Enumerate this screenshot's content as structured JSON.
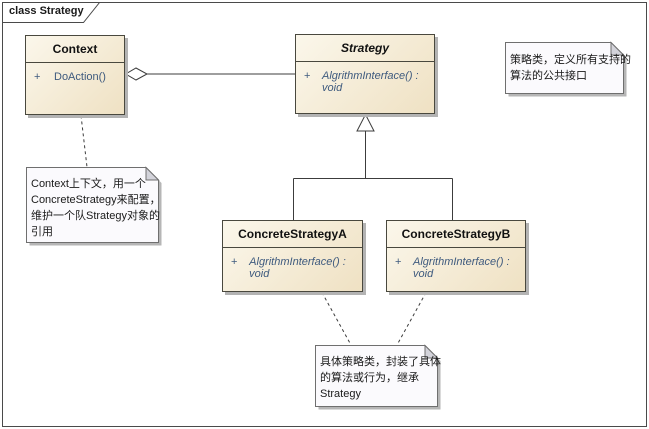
{
  "frame": {
    "label": "class Strategy"
  },
  "classes": {
    "context": {
      "name": "Context",
      "abstract": false,
      "methods": [
        {
          "visibility": "+",
          "signature": "DoAction()"
        }
      ]
    },
    "strategy": {
      "name": "Strategy",
      "abstract": true,
      "methods": [
        {
          "visibility": "+",
          "signature": "AlgrithmInterface() : void"
        }
      ]
    },
    "concrete_a": {
      "name": "ConcreteStrategyA",
      "abstract": false,
      "methods": [
        {
          "visibility": "+",
          "signature": "AlgrithmInterface() : void"
        }
      ]
    },
    "concrete_b": {
      "name": "ConcreteStrategyB",
      "abstract": false,
      "methods": [
        {
          "visibility": "+",
          "signature": "AlgrithmInterface() : void"
        }
      ]
    }
  },
  "notes": {
    "strategy_note": {
      "lines": [
        "策略类，定义所有支持的",
        "算法的公共接口"
      ]
    },
    "context_note": {
      "lines": [
        "Context上下文，用一个",
        "ConcreteStrategy来配置，",
        "维护一个队Strategy对象的",
        "引用"
      ]
    },
    "concrete_note": {
      "lines": [
        "具体策略类，封装了具体",
        "的算法或行为，继承",
        "Strategy"
      ]
    }
  },
  "relationships": [
    {
      "type": "aggregation",
      "from": "Context",
      "to": "Strategy"
    },
    {
      "type": "generalization",
      "from": "ConcreteStrategyA",
      "to": "Strategy"
    },
    {
      "type": "generalization",
      "from": "ConcreteStrategyB",
      "to": "Strategy"
    },
    {
      "type": "note-link",
      "from": "context_note",
      "to": "Context"
    },
    {
      "type": "note-link",
      "from": "concrete_note",
      "to": "ConcreteStrategyA"
    },
    {
      "type": "note-link",
      "from": "concrete_note",
      "to": "ConcreteStrategyB"
    }
  ],
  "colors": {
    "class_fill_light": "#fbf7eb",
    "class_fill_dark": "#efe1c3",
    "class_border": "#49483e",
    "method_text": "#3e5a7e",
    "note_fill": "#fbfafd",
    "note_fold": "#d3d3da",
    "note_border": "#6f6f6f",
    "shadow": "#b3b3b3",
    "line": "#3c3c3c"
  }
}
